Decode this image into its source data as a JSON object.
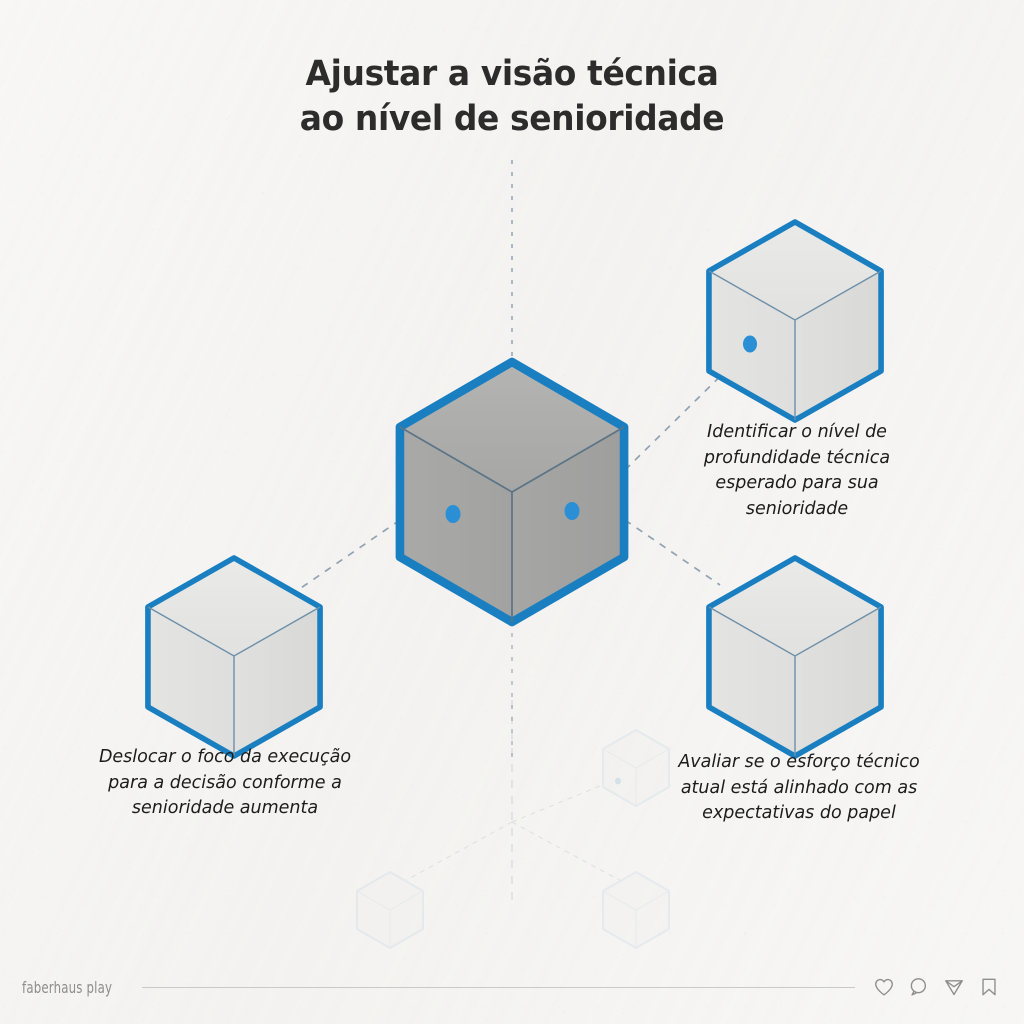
{
  "theme": {
    "background": "#f4f3f1",
    "accent_blue": "#1a7fc0",
    "dot_blue": "#2a8fd4",
    "center_cube_fill": "#a9a9a8",
    "satellite_cube_fill": "#e2e1df",
    "title_color": "#2c2c2c",
    "caption_color": "#1c1c1c",
    "connector_color": "#7f95a8",
    "footer_line_color": "#c9c9c9",
    "footer_text_color": "#8d8d8d"
  },
  "title": {
    "line1": "Ajustar a visão técnica",
    "line2": "ao nível de senioridade"
  },
  "nodes": [
    {
      "id": "top-right",
      "caption": "Identificar o nível de profundidade técnica esperado para sua senioridade",
      "has_dot": true
    },
    {
      "id": "bottom-left",
      "caption": "Deslocar o foco da execução para a decisão conforme a senioridade aumenta",
      "has_dot": false
    },
    {
      "id": "bottom-right",
      "caption": "Avaliar se o esforço técnico atual está alinhado com as expectativas do papel",
      "has_dot": false
    }
  ],
  "center_node": {
    "id": "center",
    "dots": 2
  },
  "footer": {
    "brand": "faberhaus play",
    "icons": [
      "heart-icon",
      "comment-icon",
      "send-icon",
      "bookmark-icon"
    ]
  }
}
